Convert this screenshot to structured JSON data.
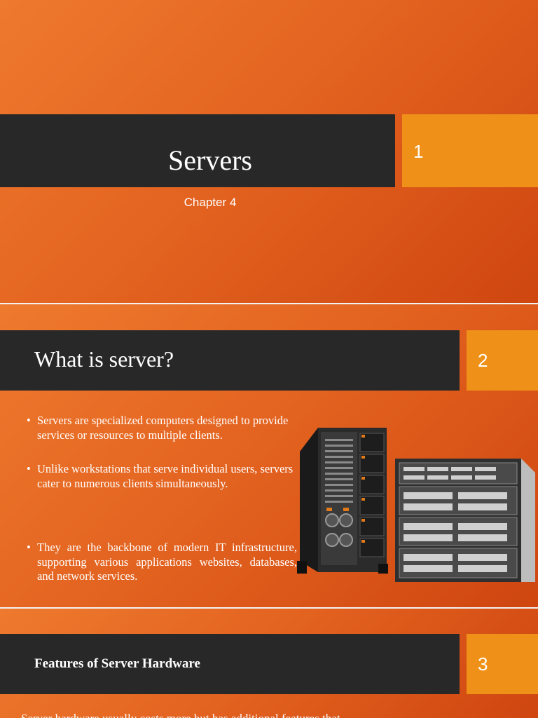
{
  "slides": [
    {
      "title": "Servers",
      "subtitle": "Chapter 4",
      "number": "1"
    },
    {
      "title": "What is server?",
      "number": "2",
      "bullets": [
        "Servers are specialized computers designed to provide services or resources to multiple clients.",
        "Unlike workstations that serve individual users, servers cater to numerous clients simultaneously.",
        " They are the backbone of modern IT infrastructure, supporting various applications websites, databases, and network services."
      ],
      "image": "server-hardware-photo"
    },
    {
      "title": "Features of Server Hardware",
      "number": "3",
      "body": "Server hardware usually costs more but has additional features that"
    }
  ],
  "colors": {
    "background_start": "#ee7a2e",
    "background_end": "#cf4610",
    "title_bar": "#282828",
    "number_box": "#ef9119",
    "text": "#ffffff"
  }
}
